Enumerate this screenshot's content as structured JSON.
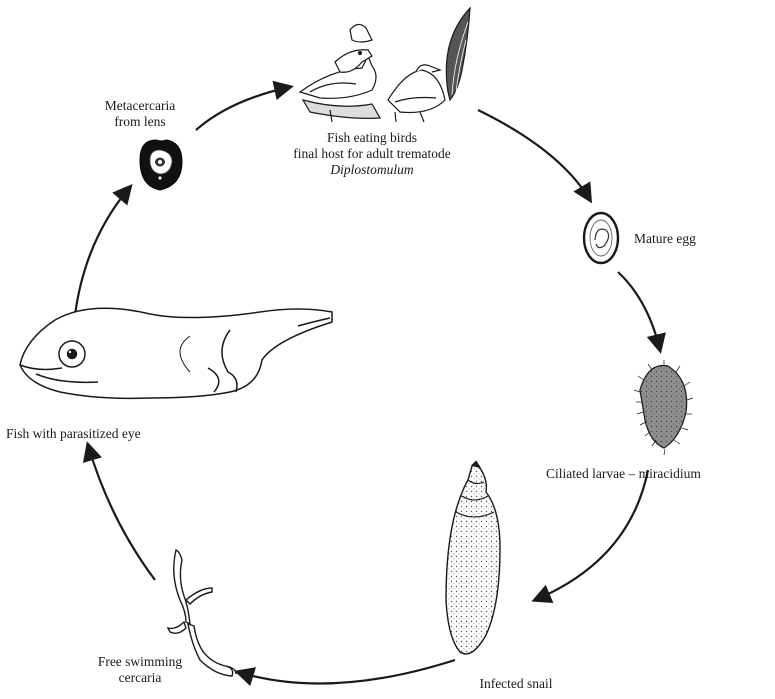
{
  "stages": {
    "birds": {
      "lines": [
        "Fish eating birds",
        "final host for adult trematode"
      ],
      "genus": "Diplostomulum",
      "icon": "birds-illustration"
    },
    "egg": {
      "label": "Mature egg",
      "icon": "egg-illustration"
    },
    "miracidium": {
      "label": "Ciliated larvae – miracidium",
      "icon": "miracidium-illustration"
    },
    "snail": {
      "label": "Infected snail",
      "icon": "snail-illustration"
    },
    "cercaria": {
      "lines": [
        "Free swimming",
        "cercaria"
      ],
      "icon": "cercaria-illustration"
    },
    "fish": {
      "label": "Fish with parasitized eye",
      "icon": "fish-head-illustration"
    },
    "metacercaria": {
      "lines": [
        "Metacercaria",
        "from lens"
      ],
      "icon": "metacercaria-illustration"
    }
  },
  "colors": {
    "ink": "#1a1a1a",
    "paper": "#ffffff"
  }
}
